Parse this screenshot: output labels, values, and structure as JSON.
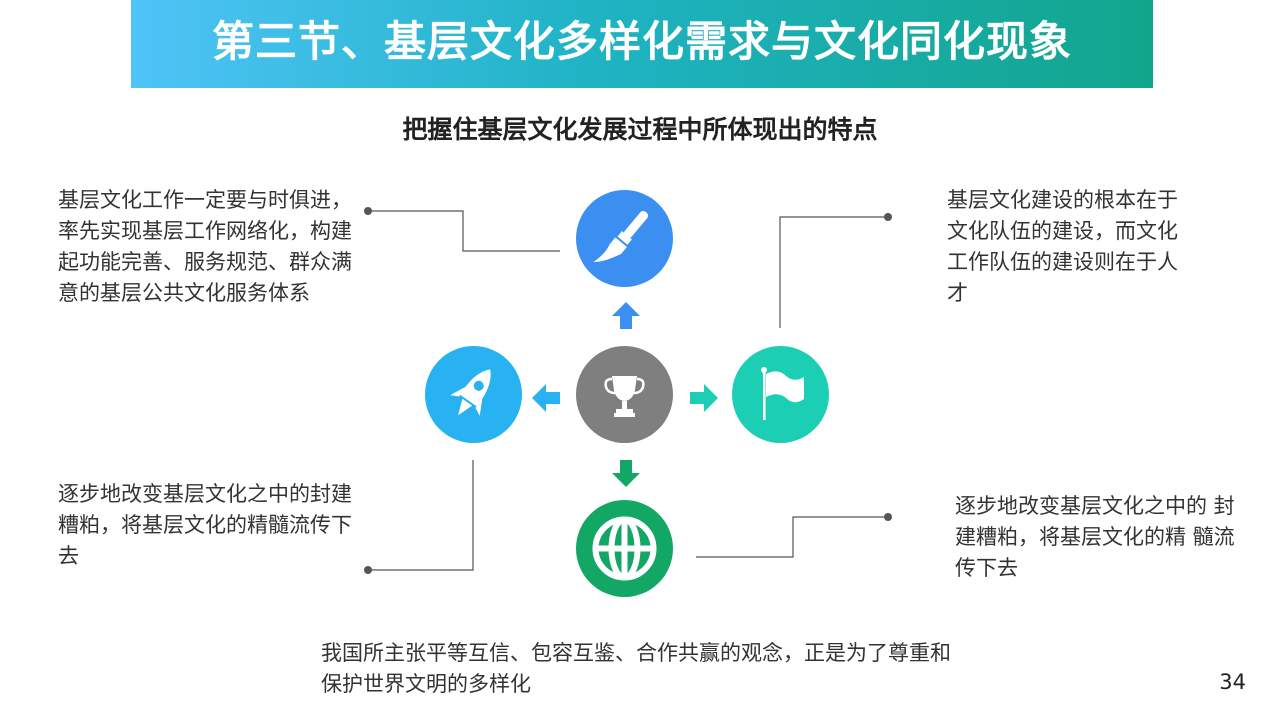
{
  "title": "第三节、基层文化多样化需求与文化同化现象",
  "subtitle": "把握住基层文化发展过程中所体现出的特点",
  "texts": {
    "top_left": "基层文化工作一定要与时俱进，率先实现基层工作网络化，构建起功能完善、服务规范、群众满意的基层公共文化服务体系",
    "top_right": "基层文化建设的根本在于文化队伍的建设，而文化工作队伍的建设则在于人才",
    "bottom_left": "逐步地改变基层文化之中的封建糟粕，将基层文化的精髓流传下去",
    "bottom_right": "逐步地改变基层文化之中的 封建糟粕，将基层文化的精 髓流传下去",
    "bottom_center": "我国所主张平等互信、包容互鉴、合作共赢的观念，正是为了尊重和 保护世界文明的多样化"
  },
  "page_number": "34",
  "icons": {
    "top": "paintbrush-icon",
    "left": "rocket-icon",
    "center": "trophy-icon",
    "right": "flag-icon",
    "bottom": "globe-icon"
  },
  "colors": {
    "title_start": "#4fc3f7",
    "title_end": "#12a58c",
    "blue": "#3b8ff0",
    "light_blue": "#29b2f2",
    "gray": "#7f7f7f",
    "teal": "#1ccfb4",
    "green": "#12a764"
  }
}
